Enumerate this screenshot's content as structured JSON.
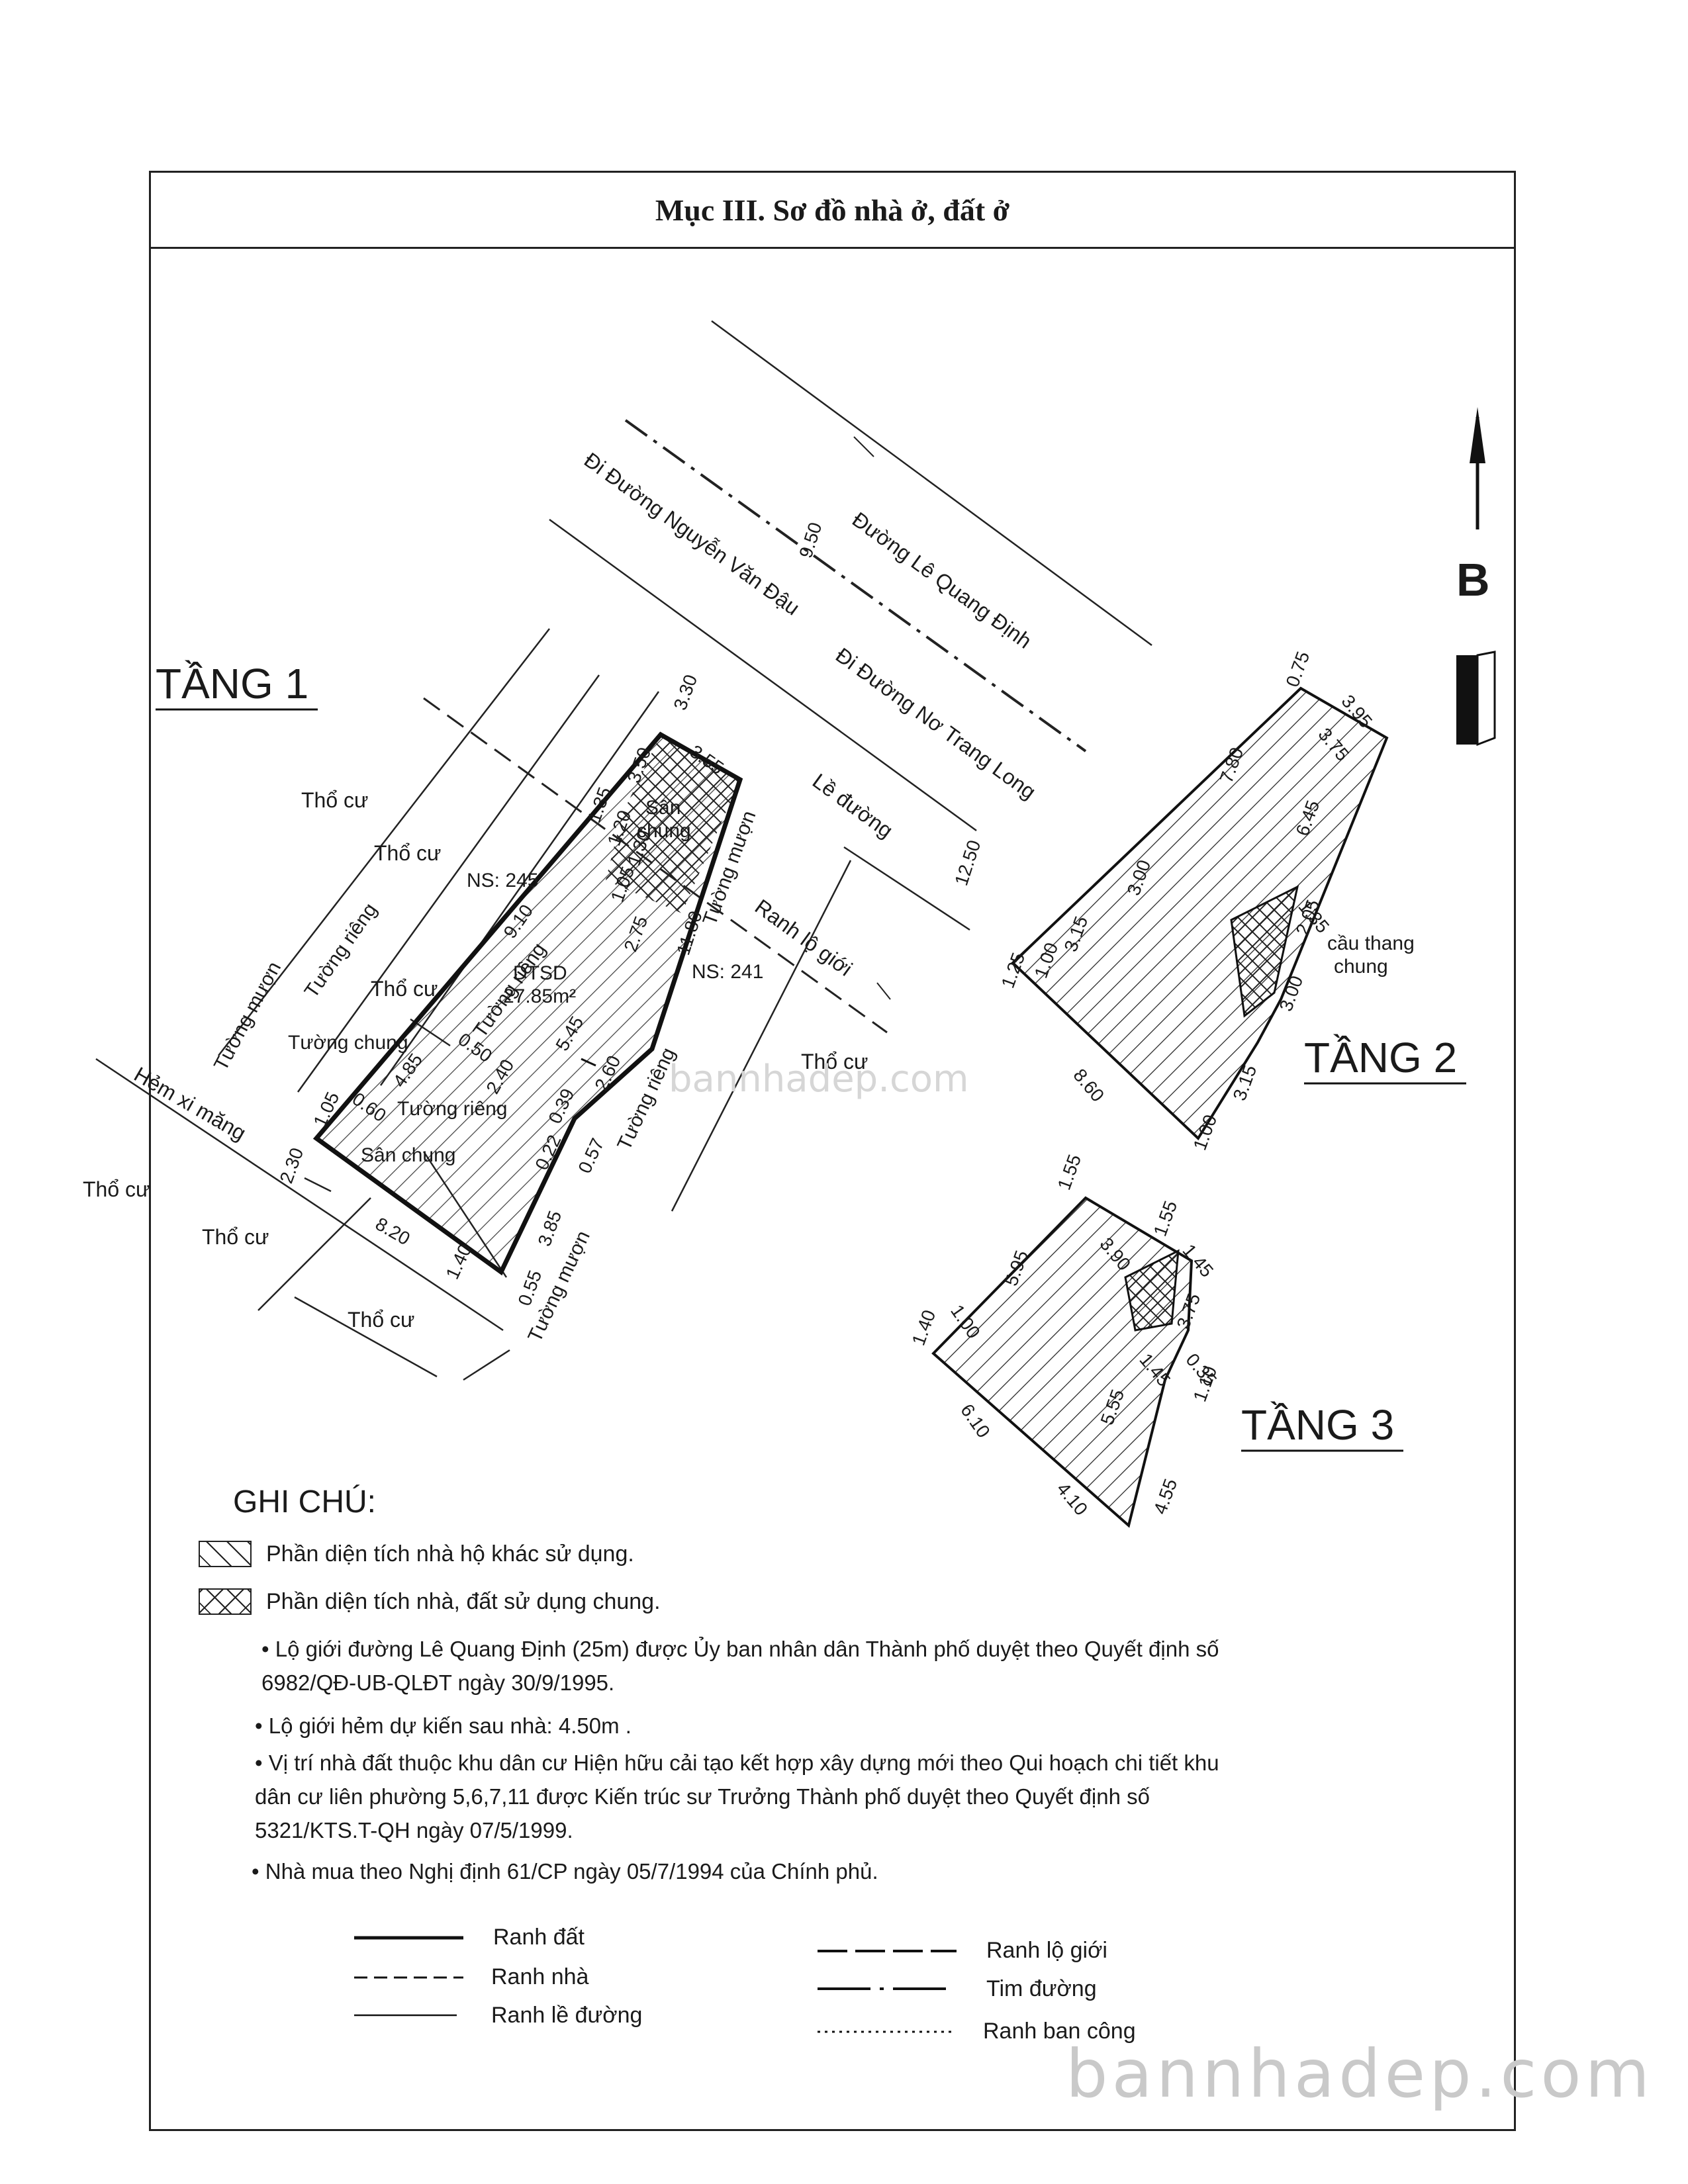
{
  "title": "Mục III. Sơ đồ nhà ở, đất ở",
  "floors": {
    "f1": "TẦNG 1",
    "f2": "TẦNG 2",
    "f3": "TẦNG 3"
  },
  "north": "B",
  "streets": {
    "le_quang_dinh": "Đường Lê Quang Định",
    "nguyen_van_dau": "Đi Đường Nguyễn Văn Đậu",
    "na_trang_long": "Đi Đường Nơ Trang Long",
    "le_duong": "Lề đường",
    "ranh_lo_gioi": "Ranh lộ giới",
    "hem": "Hẻm xi măng"
  },
  "labels": {
    "tho_cu": "Thổ cư",
    "ns245": "NS: 245",
    "ns241": "NS: 241",
    "san_chung": "Sân chung",
    "san": "Sân",
    "chung": "chung",
    "tuong_rieng": "Tường riêng",
    "tuong_muon": "Tường mượn",
    "tuong_chung": "Tường chung",
    "dtsd": "DTSD",
    "area": "27.85m²",
    "cau_thang": "cầu thang",
    "cau_thang2": "chung"
  },
  "dims_f1": [
    "3.30",
    "3.55",
    "3.50",
    "1.35",
    "1.20",
    "1.30",
    "1.05",
    "2.75",
    "11.80",
    "9.10",
    "5.45",
    "2.40",
    "2.60",
    "0.50",
    "4.85",
    "0.60",
    "1.05",
    "2.30",
    "8.20",
    "1.40",
    "0.55",
    "3.85",
    "0.57",
    "0.22",
    "0.39",
    "12.50",
    "9.50"
  ],
  "dims_f2": [
    "0.75",
    "3.95",
    "3.75",
    "7.80",
    "6.45",
    "1.35",
    "2.05",
    "3.00",
    "3.00",
    "3.15",
    "1.25",
    "1.00",
    "8.60",
    "3.15",
    "1.00"
  ],
  "dims_f3": [
    "1.55",
    "3.90",
    "1.55",
    "1.45",
    "3.75",
    "5.95",
    "1.00",
    "1.40",
    "1.45",
    "0.35",
    "1.10",
    "5.55",
    "6.10",
    "4.55",
    "4.10"
  ],
  "legend": {
    "title": "GHI CHÚ:",
    "hatch": "Phần diện tích nhà hộ khác sử dụng.",
    "xhatch": "Phần diện tích nhà, đất sử dụng chung."
  },
  "notes": [
    "Lộ giới đường Lê Quang Định (25m) được Ủy ban nhân dân Thành phố duyệt theo Quyết định số 6982/QĐ-UB-QLĐT ngày 30/9/1995.",
    "Lộ giới hẻm dự kiến sau nhà: 4.50m .",
    "Vị trí nhà đất thuộc khu dân cư Hiện hữu cải tạo kết hợp xây dựng mới theo Qui hoạch chi tiết khu dân cư liên phường 5,6,7,11 được Kiến trúc sư Trưởng Thành phố duyệt theo Quyết định số 5321/KTS.T-QH ngày 07/5/1999.",
    "Nhà mua theo Nghị định 61/CP ngày 05/7/1994 của Chính phủ."
  ],
  "line_keys": {
    "ranh_dat": "Ranh đất",
    "ranh_nha": "Ranh nhà",
    "ranh_le_duong": "Ranh lề đường",
    "ranh_lo_gioi": "Ranh lộ giới",
    "tim_duong": "Tim đường",
    "ranh_ban_cong": "Ranh ban công"
  },
  "watermark": "bannhadep.com"
}
